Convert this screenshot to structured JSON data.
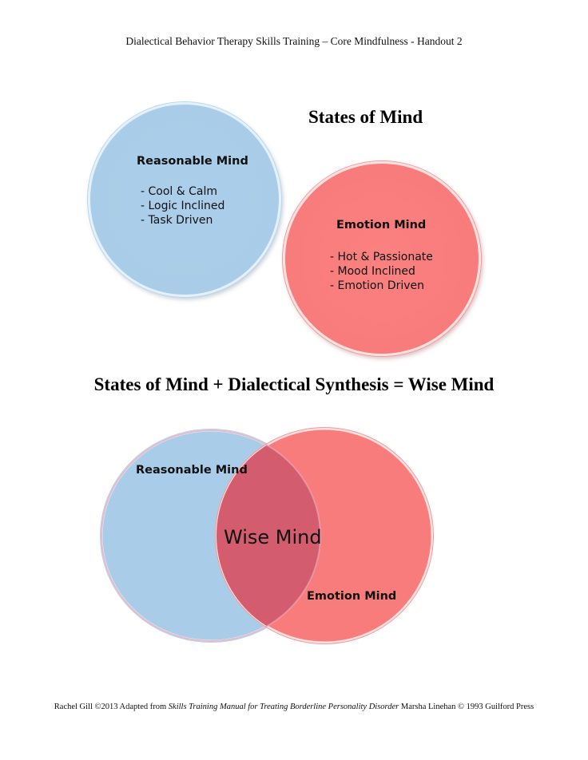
{
  "header": {
    "text": "Dialectical Behavior Therapy Skills Training – Core Mindfulness - Handout 2"
  },
  "top_section": {
    "title": "States of Mind",
    "reasonable": {
      "heading": "Reasonable Mind",
      "items": [
        "- Cool & Calm",
        "- Logic Inclined",
        "- Task Driven"
      ],
      "color": "#a9cde8"
    },
    "emotion": {
      "heading": "Emotion Mind",
      "items": [
        "- Hot & Passionate",
        "- Mood Inclined",
        "- Emotion Driven"
      ],
      "color": "#f97c7c"
    }
  },
  "bottom_section": {
    "title": "States of Mind + Dialectical Synthesis = Wise Mind",
    "reasonable_label": "Reasonable Mind",
    "emotion_label": "Emotion Mind",
    "wise_label": "Wise Mind",
    "overlap_color": "#d35d6e"
  },
  "footer": {
    "prefix": "Rachel Gill ©2013 Adapted from ",
    "book_title": "Skills Training Manual for Treating Borderline Personality Disorder",
    "suffix": " Marsha Linehan © 1993 Guilford Press"
  }
}
